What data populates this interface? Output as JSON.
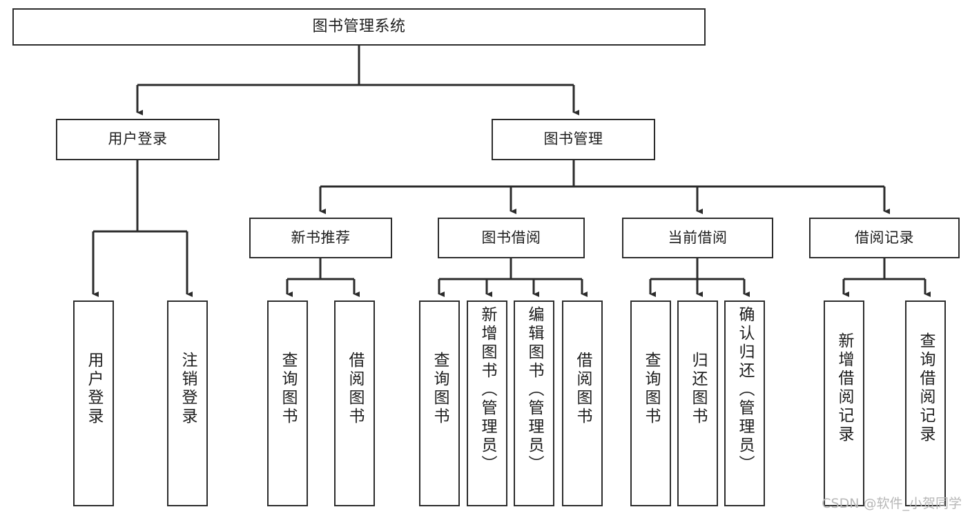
{
  "diagram": {
    "title": "图书管理系统",
    "type": "tree-hierarchy-diagram",
    "colors": {
      "background": "#ffffff",
      "box_border": "#2b2b2b",
      "box_fill": "#ffffff",
      "connector": "#2b2b2b",
      "text": "#1d1d1d",
      "watermark": "#b7b7b7"
    }
  },
  "root": {
    "label": "图书管理系统"
  },
  "level2": [
    {
      "label": "用户登录"
    },
    {
      "label": "图书管理"
    }
  ],
  "level3": [
    {
      "label": "新书推荐"
    },
    {
      "label": "图书借阅"
    },
    {
      "label": "当前借阅"
    },
    {
      "label": "借阅记录"
    }
  ],
  "leaves": {
    "user_login": [
      {
        "label": "用户登录"
      },
      {
        "label": "注销登录"
      }
    ],
    "new_book_recommend": [
      {
        "label": "查询图书"
      },
      {
        "label": "借阅图书"
      }
    ],
    "book_borrow": [
      {
        "label": "查询图书"
      },
      {
        "label": "新增图书（管理员）"
      },
      {
        "label": "编辑图书（管理员）"
      },
      {
        "label": "借阅图书"
      }
    ],
    "current_borrow": [
      {
        "label": "查询图书"
      },
      {
        "label": "归还图书"
      },
      {
        "label": "确认归还（管理员）"
      }
    ],
    "borrow_record": [
      {
        "label": "新增借阅记录"
      },
      {
        "label": "查询借阅记录"
      }
    ]
  },
  "watermark": {
    "text": "CSDN @软件_小贺同学"
  }
}
